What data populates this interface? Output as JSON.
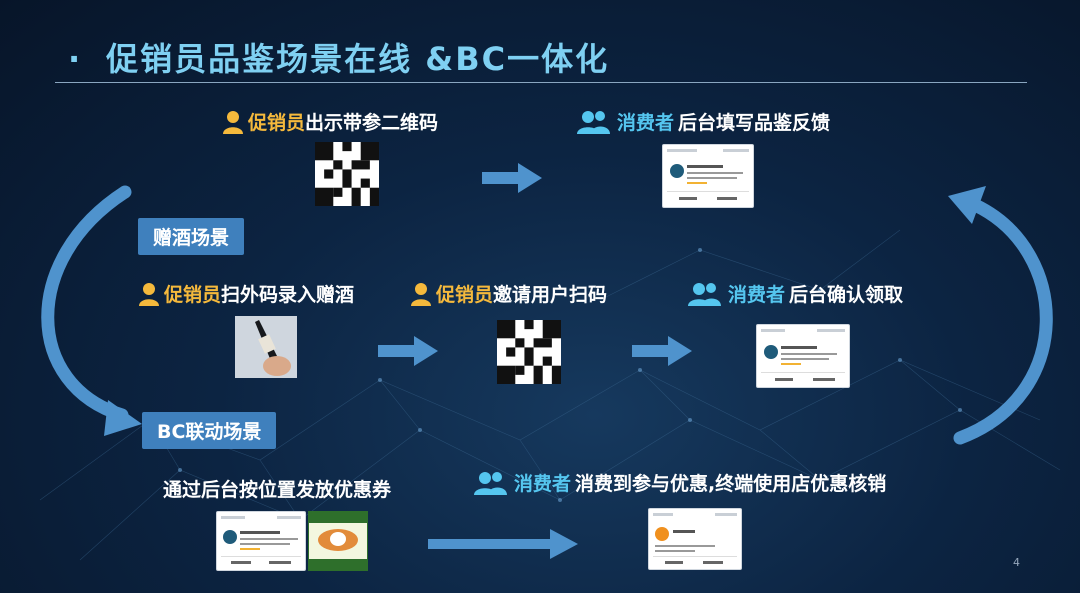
{
  "title": {
    "bullet": "·",
    "text": "促销员品鉴场景在线 &BC一体化"
  },
  "tags": {
    "gift_scene": "赠酒场景",
    "bc_scene": "BC联动场景"
  },
  "captions": {
    "promoter_show_qr": {
      "role": "促销员",
      "action": "出示带参二维码"
    },
    "consumer_feedback": {
      "role": "消费者",
      "action": "后台填写品鉴反馈"
    },
    "promoter_scan_outer": {
      "role": "促销员",
      "action": "扫外码录入赠酒"
    },
    "promoter_invite_scan": {
      "role": "促销员",
      "action": "邀请用户扫码"
    },
    "consumer_confirm": {
      "role": "消费者",
      "action": "后台确认领取"
    },
    "backend_coupon": {
      "action": "通过后台按位置发放优惠券"
    },
    "consumer_redeem": {
      "role": "消费者",
      "action": "消费到参与优惠,终端使用店优惠核销"
    }
  },
  "colors": {
    "title": "#7fd0f2",
    "promoter_role": "#f5b93c",
    "consumer_role": "#55c6ef",
    "tag_bg": "#3f80bd",
    "arrow": "#4f93cd",
    "background": "#0c2442"
  },
  "icons": {
    "promoter": "person-icon",
    "consumer": "group-icon"
  },
  "page_number": "4"
}
